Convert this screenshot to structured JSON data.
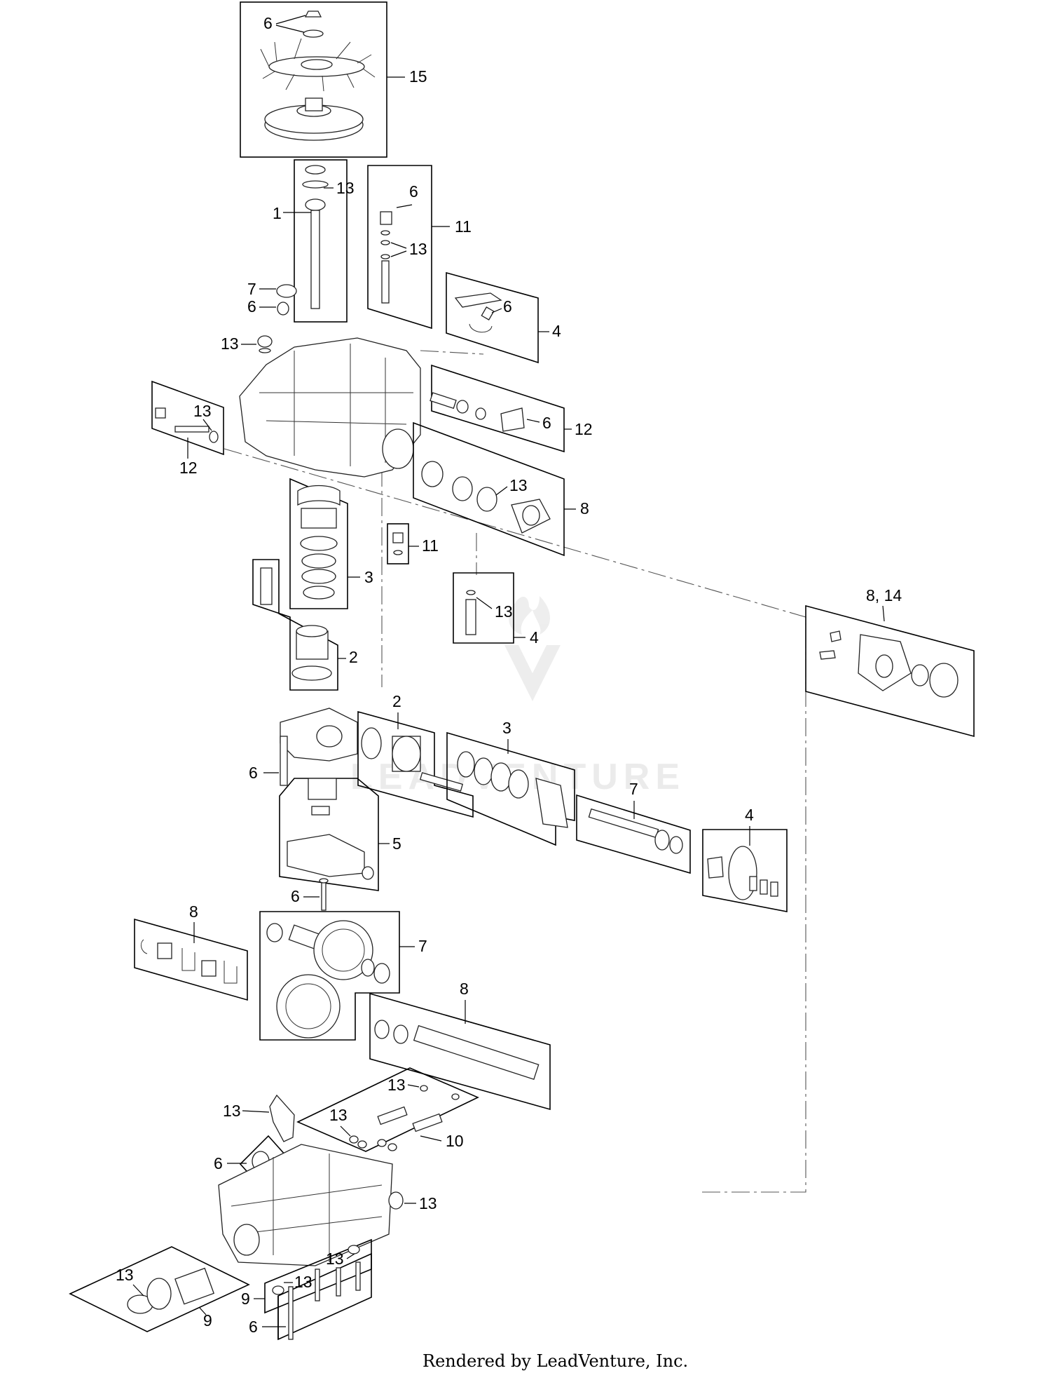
{
  "diagram": {
    "credit": "Rendered by LeadVenture, Inc.",
    "watermark": "LEADVENTURE",
    "callouts": [
      {
        "id": "c-6-top",
        "text": "6"
      },
      {
        "id": "c-15",
        "text": "15"
      },
      {
        "id": "c-13-shaft",
        "text": "13"
      },
      {
        "id": "c-1",
        "text": "1"
      },
      {
        "id": "c-6-lever",
        "text": "6"
      },
      {
        "id": "c-11-top",
        "text": "11"
      },
      {
        "id": "c-13-lever",
        "text": "13"
      },
      {
        "id": "c-7-cap",
        "text": "7"
      },
      {
        "id": "c-6-cap",
        "text": "6"
      },
      {
        "id": "c-6-arm",
        "text": "6"
      },
      {
        "id": "c-4-arm",
        "text": "4"
      },
      {
        "id": "c-13-housing",
        "text": "13"
      },
      {
        "id": "c-13-pin",
        "text": "13"
      },
      {
        "id": "c-12-left",
        "text": "12"
      },
      {
        "id": "c-6-bracket",
        "text": "6"
      },
      {
        "id": "c-12-right",
        "text": "12"
      },
      {
        "id": "c-13-seal",
        "text": "13"
      },
      {
        "id": "c-8-seal",
        "text": "8"
      },
      {
        "id": "c-11-mid",
        "text": "11"
      },
      {
        "id": "c-3-bearing",
        "text": "3"
      },
      {
        "id": "c-2-pump",
        "text": "2"
      },
      {
        "id": "c-13-valve",
        "text": "13"
      },
      {
        "id": "c-4-valve",
        "text": "4"
      },
      {
        "id": "c-8-14-hub",
        "text": "8, 14"
      },
      {
        "id": "c-2-motor",
        "text": "2"
      },
      {
        "id": "c-3-motor",
        "text": "3"
      },
      {
        "id": "c-6-endcap",
        "text": "6"
      },
      {
        "id": "c-7-shaft",
        "text": "7"
      },
      {
        "id": "c-4-brake",
        "text": "4"
      },
      {
        "id": "c-5",
        "text": "5"
      },
      {
        "id": "c-6-bolt",
        "text": "6"
      },
      {
        "id": "c-8-clips",
        "text": "8"
      },
      {
        "id": "c-7-gears",
        "text": "7"
      },
      {
        "id": "c-8-axle",
        "text": "8"
      },
      {
        "id": "c-13-kit",
        "text": "13"
      },
      {
        "id": "c-13-tube",
        "text": "13"
      },
      {
        "id": "c-13-oring",
        "text": "13"
      },
      {
        "id": "c-10",
        "text": "10"
      },
      {
        "id": "c-6-plug",
        "text": "6"
      },
      {
        "id": "c-13-drain",
        "text": "13"
      },
      {
        "id": "c-13-filter",
        "text": "13"
      },
      {
        "id": "c-9-filter",
        "text": "9"
      },
      {
        "id": "c-9-fitting",
        "text": "9"
      },
      {
        "id": "c-13-fit-a",
        "text": "13"
      },
      {
        "id": "c-13-fit-b",
        "text": "13"
      },
      {
        "id": "c-6-bolts",
        "text": "6"
      }
    ]
  }
}
